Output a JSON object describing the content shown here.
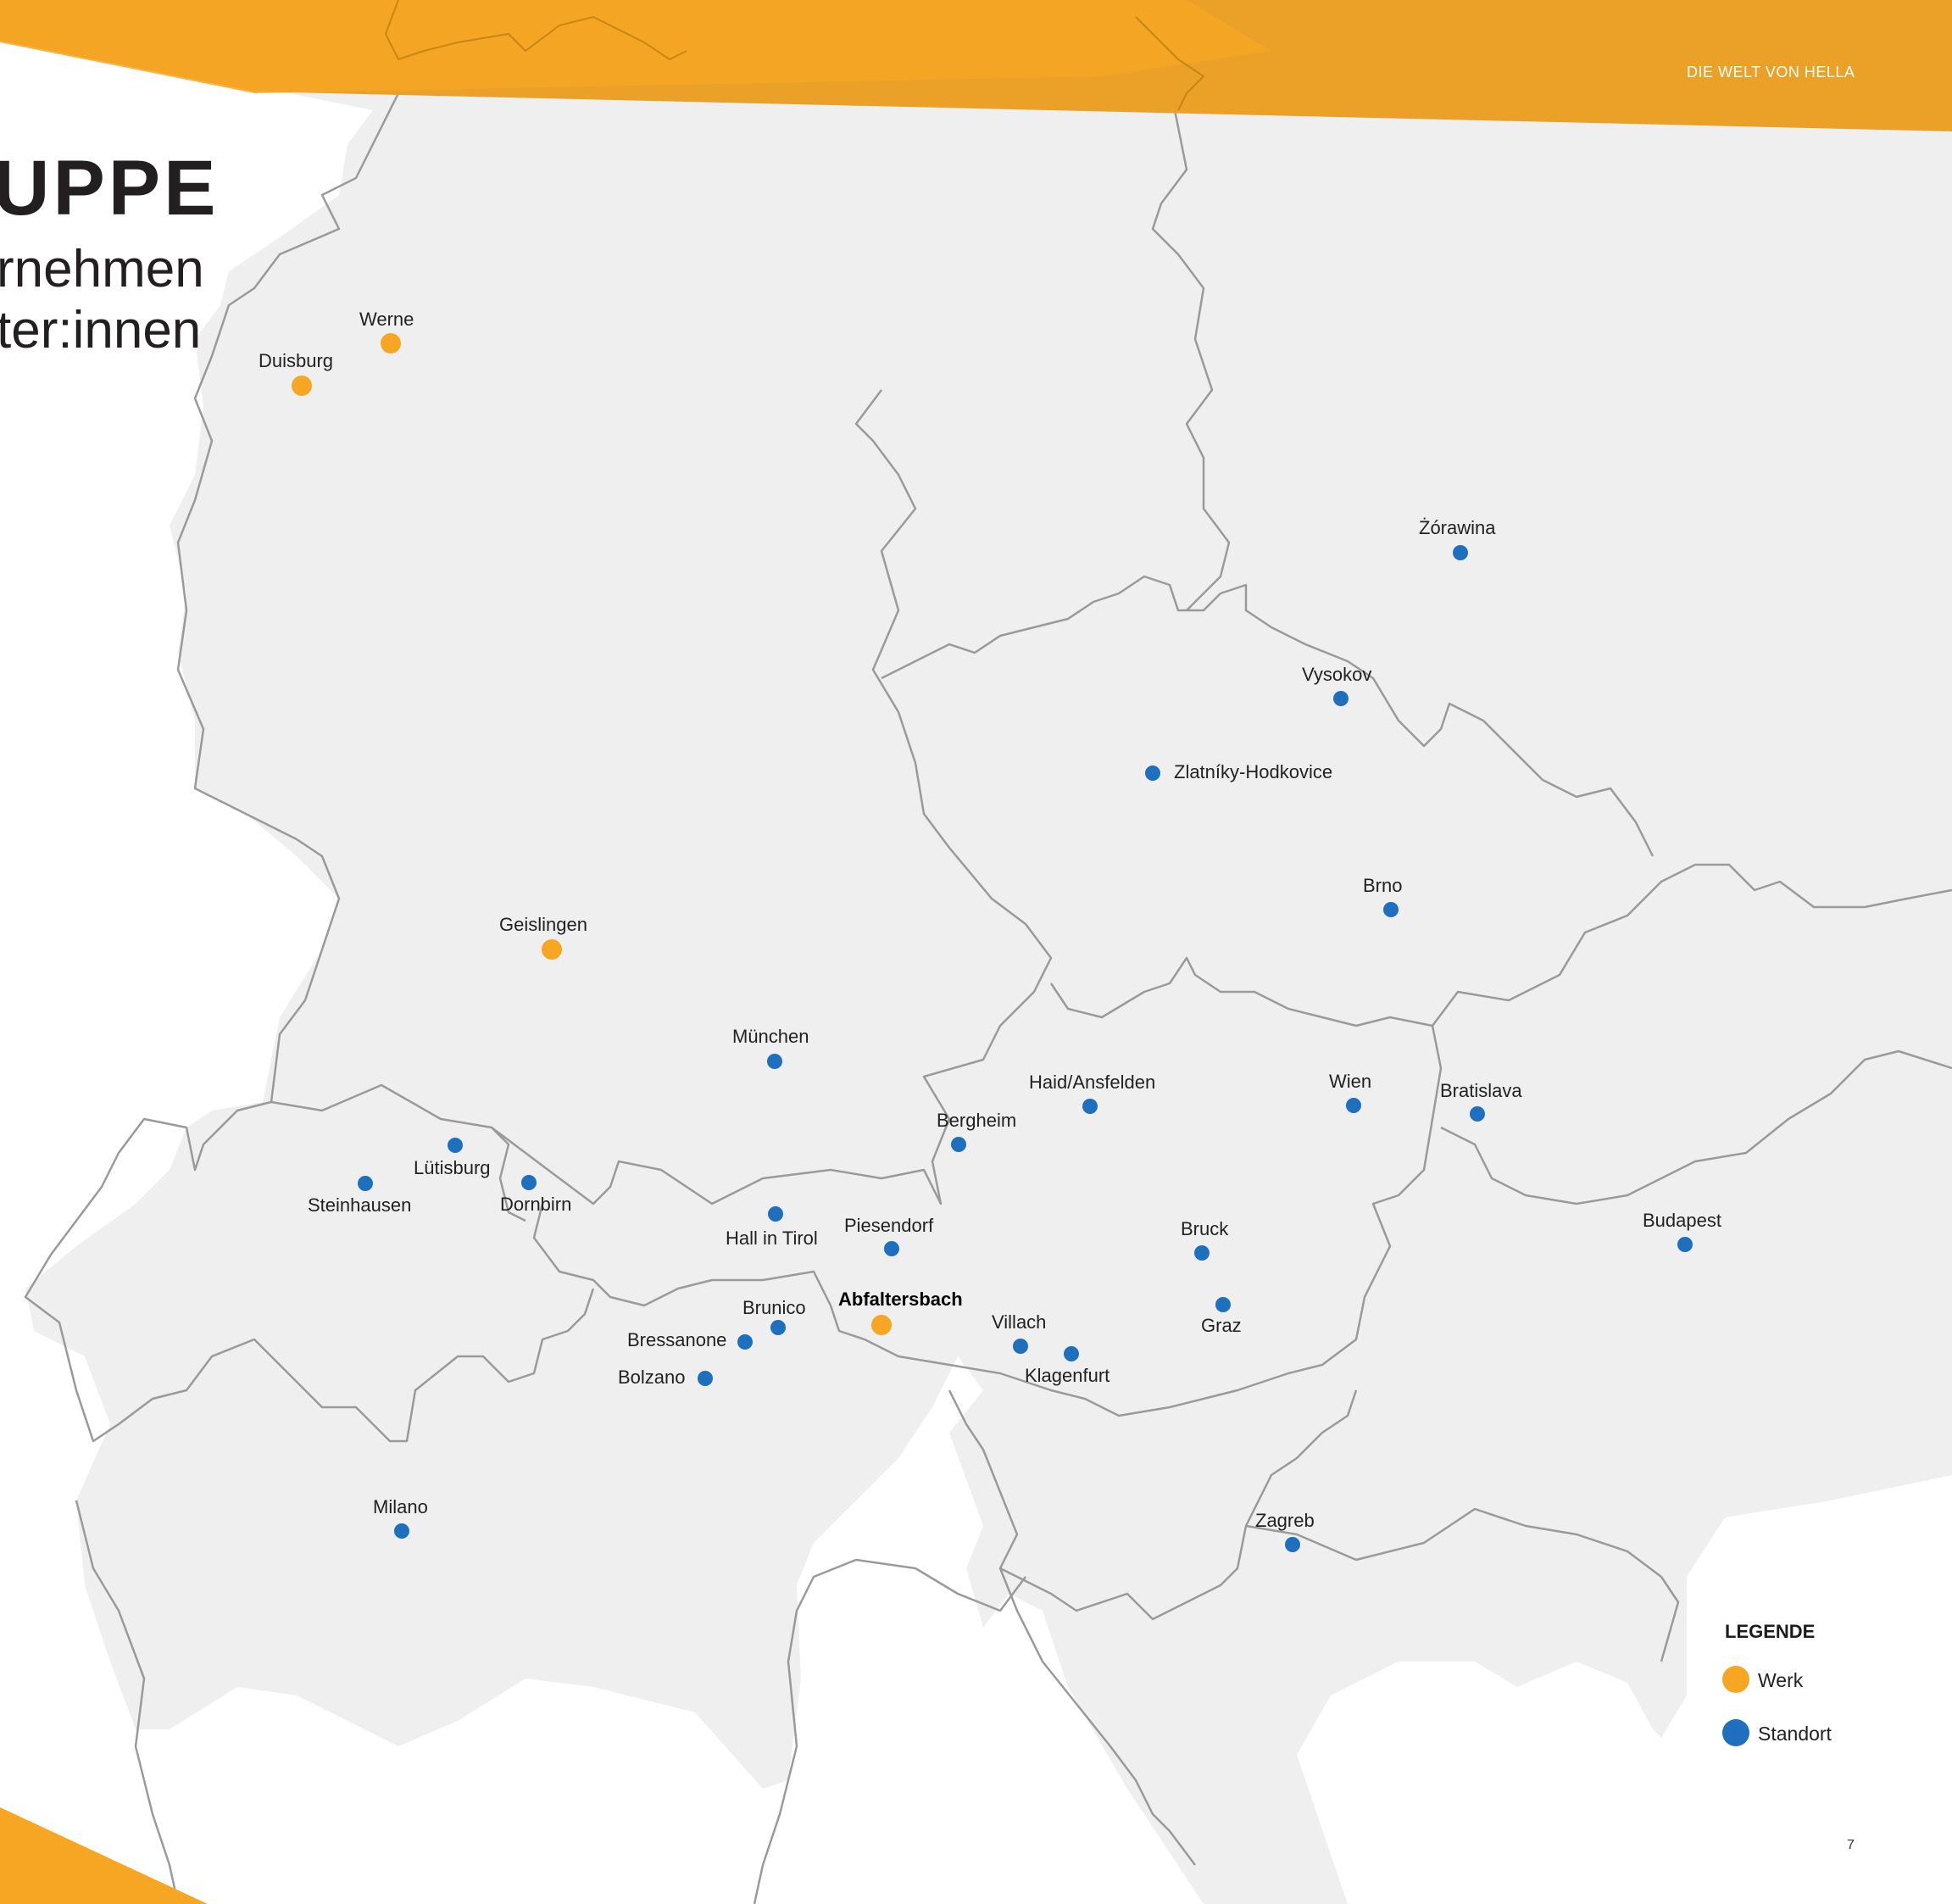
{
  "header": {
    "tag": "DIE WELT VON HELLA"
  },
  "title": {
    "heading": "UPPE",
    "line1": "rnehmen",
    "line2": "ter:innen"
  },
  "colors": {
    "brand_orange": "#F6A623",
    "band_orange": "#EBA028",
    "standort_blue": "#1F6FBF",
    "land_fill": "#EFEFEF",
    "border_gray": "#9A9A9A"
  },
  "locations": [
    {
      "name": "Werne",
      "type": "werk"
    },
    {
      "name": "Duisburg",
      "type": "werk"
    },
    {
      "name": "Geislingen",
      "type": "werk"
    },
    {
      "name": "Abfaltersbach",
      "type": "werk"
    },
    {
      "name": "Żórawina",
      "type": "standort"
    },
    {
      "name": "Vysokov",
      "type": "standort"
    },
    {
      "name": "Zlatníky-Hodkovice",
      "type": "standort"
    },
    {
      "name": "Brno",
      "type": "standort"
    },
    {
      "name": "München",
      "type": "standort"
    },
    {
      "name": "Haid/Ansfelden",
      "type": "standort"
    },
    {
      "name": "Wien",
      "type": "standort"
    },
    {
      "name": "Bratislava",
      "type": "standort"
    },
    {
      "name": "Bergheim",
      "type": "standort"
    },
    {
      "name": "Lütisburg",
      "type": "standort"
    },
    {
      "name": "Steinhausen",
      "type": "standort"
    },
    {
      "name": "Dornbirn",
      "type": "standort"
    },
    {
      "name": "Hall in Tirol",
      "type": "standort"
    },
    {
      "name": "Piesendorf",
      "type": "standort"
    },
    {
      "name": "Bruck",
      "type": "standort"
    },
    {
      "name": "Budapest",
      "type": "standort"
    },
    {
      "name": "Brunico",
      "type": "standort"
    },
    {
      "name": "Bressanone",
      "type": "standort"
    },
    {
      "name": "Villach",
      "type": "standort"
    },
    {
      "name": "Graz",
      "type": "standort"
    },
    {
      "name": "Klagenfurt",
      "type": "standort"
    },
    {
      "name": "Bolzano",
      "type": "standort"
    },
    {
      "name": "Milano",
      "type": "standort"
    },
    {
      "name": "Zagreb",
      "type": "standort"
    }
  ],
  "legend": {
    "title": "LEGENDE",
    "items": [
      {
        "label": "Werk",
        "type": "werk"
      },
      {
        "label": "Standort",
        "type": "standort"
      }
    ]
  },
  "page_number": "7"
}
